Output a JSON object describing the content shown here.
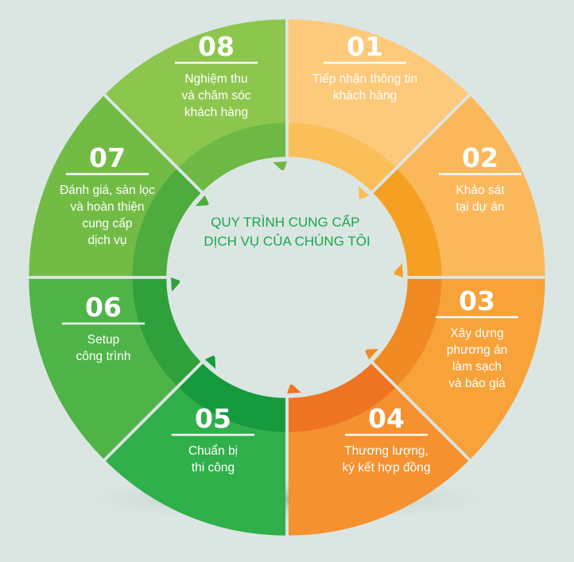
{
  "title_lines": [
    "QUY TRÌNH CUNG CẤP",
    "DỊCH VỤ CỦA CHÚNG TÔI"
  ],
  "colors": {
    "background": "#dbe6e3",
    "title": "#1aa64a",
    "text": "#ffffff"
  },
  "steps": [
    {
      "number": "01",
      "lines": [
        "Tiếp nhận thông tin",
        "khách hàng"
      ],
      "outer_color": "#fdc97a",
      "inner_color": "#fbbf5a"
    },
    {
      "number": "02",
      "lines": [
        "Khảo sát",
        "tại dự án"
      ],
      "outer_color": "#fbb85b",
      "inner_color": "#f6a023"
    },
    {
      "number": "03",
      "lines": [
        "Xây dựng",
        "phương án",
        "làm sạch",
        "và báo giá"
      ],
      "outer_color": "#f8a23a",
      "inner_color": "#f08a22"
    },
    {
      "number": "04",
      "lines": [
        "Thương lượng,",
        "ký kết hợp đồng"
      ],
      "outer_color": "#f5912f",
      "inner_color": "#ee7421"
    },
    {
      "number": "05",
      "lines": [
        "Chuẩn bị",
        "thi công"
      ],
      "outer_color": "#2fb04a",
      "inner_color": "#169a3e"
    },
    {
      "number": "06",
      "lines": [
        "Setup",
        "công trình"
      ],
      "outer_color": "#4fb447",
      "inner_color": "#2ea03c"
    },
    {
      "number": "07",
      "lines": [
        "Đánh giá, sàn lọc",
        "và hoàn thiện",
        "cung cấp",
        "dịch vụ"
      ],
      "outer_color": "#72bc45",
      "inner_color": "#4eab3e"
    },
    {
      "number": "08",
      "lines": [
        "Nghiệm thu",
        "và chăm sóc",
        "khách hàng"
      ],
      "outer_color": "#8dc64d",
      "inner_color": "#6db944"
    }
  ]
}
